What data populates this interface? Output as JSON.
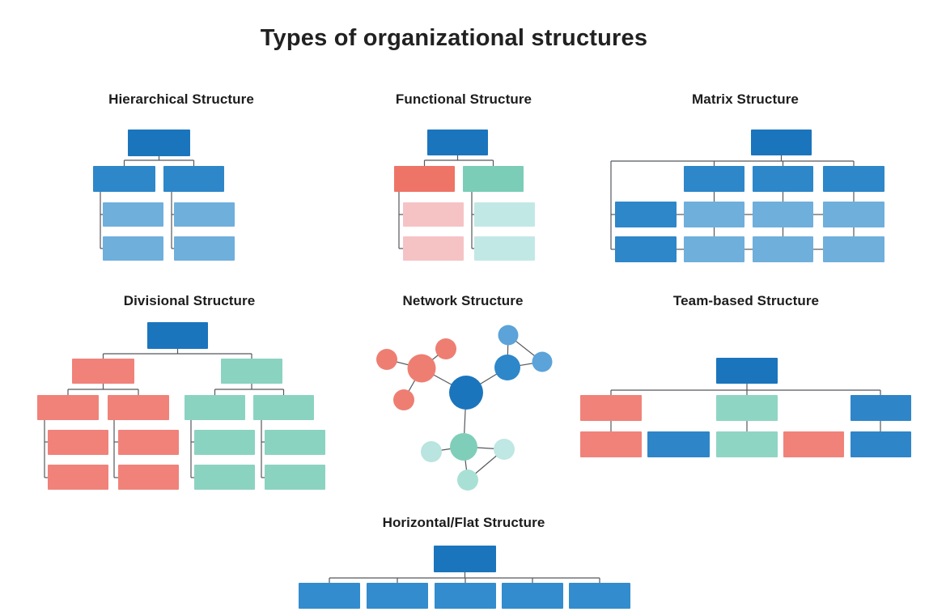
{
  "title": "Types of organizational structures",
  "colors": {
    "dark": "#1b75bd",
    "mid": "#2e87c9",
    "light": "#6fafdc",
    "flatBlue": "#338ccd",
    "teamBlue": "#2e86c8",
    "netBlueSat": "#5ba3d9",
    "redStrong": "#ee7467",
    "salmon": "#f0827a",
    "netRed": "#ee7e72",
    "pink": "#f6c3c5",
    "tealStrong": "#7bcdb8",
    "teal": "#8bd3c1",
    "teamTeal": "#8fd5c3",
    "netTealMed": "#7fceb9",
    "lightTeal": "#c2e8e6",
    "netTealL": "#b9e4e0",
    "netTealR": "#bfe7e3",
    "netTealB": "#a9e0d5",
    "line": "#55585c"
  },
  "diagrams": [
    {
      "id": "hierarchical",
      "label": "Hierarchical Structure",
      "rects": [
        [
          158,
          160,
          77,
          33,
          "dark"
        ],
        [
          115,
          205,
          77,
          32,
          "mid"
        ],
        [
          202,
          205,
          75,
          32,
          "mid"
        ],
        [
          127,
          250,
          75,
          30,
          "light"
        ],
        [
          215,
          250,
          75,
          30,
          "light"
        ],
        [
          127,
          292,
          75,
          30,
          "light"
        ],
        [
          215,
          292,
          75,
          30,
          "light"
        ]
      ],
      "lines": [
        [
          196.5,
          193,
          196.5,
          198
        ],
        [
          153.5,
          198,
          239.5,
          198
        ],
        [
          153.5,
          198,
          153.5,
          205
        ],
        [
          239.5,
          198,
          239.5,
          205
        ],
        [
          124,
          237,
          124,
          307
        ],
        [
          124,
          265,
          127,
          265
        ],
        [
          124,
          307,
          127,
          307
        ],
        [
          212,
          237,
          212,
          307
        ],
        [
          212,
          265,
          215,
          265
        ],
        [
          212,
          307,
          215,
          307
        ]
      ]
    },
    {
      "id": "functional",
      "label": "Functional Structure",
      "rects": [
        [
          528,
          160,
          75,
          32,
          "dark"
        ],
        [
          487,
          205,
          75,
          32,
          "redStrong"
        ],
        [
          572,
          205,
          75,
          32,
          "tealStrong"
        ],
        [
          498,
          250,
          75,
          30,
          "pink"
        ],
        [
          498,
          292,
          75,
          30,
          "pink"
        ],
        [
          586,
          250,
          75,
          30,
          "lightTeal"
        ],
        [
          586,
          292,
          75,
          30,
          "lightTeal"
        ]
      ],
      "lines": [
        [
          565.5,
          192,
          565.5,
          198
        ],
        [
          524.5,
          198,
          609.5,
          198
        ],
        [
          524.5,
          198,
          524.5,
          205
        ],
        [
          609.5,
          198,
          609.5,
          205
        ],
        [
          493,
          237,
          493,
          307
        ],
        [
          493,
          265,
          498,
          265
        ],
        [
          493,
          307,
          498,
          307
        ],
        [
          583,
          237,
          583,
          307
        ],
        [
          583,
          265,
          586,
          265
        ],
        [
          583,
          307,
          586,
          307
        ]
      ]
    },
    {
      "id": "matrix",
      "label": "Matrix Structure",
      "rects": [
        [
          928,
          160,
          75,
          32,
          "dark"
        ],
        [
          845,
          205,
          75,
          32,
          "mid"
        ],
        [
          930,
          205,
          75,
          32,
          "mid"
        ],
        [
          1017,
          205,
          76,
          32,
          "mid"
        ],
        [
          760,
          249,
          76,
          32,
          "mid"
        ],
        [
          760,
          292,
          76,
          32,
          "mid"
        ],
        [
          845,
          249,
          75,
          32,
          "light"
        ],
        [
          930,
          249,
          75,
          32,
          "light"
        ],
        [
          1017,
          249,
          76,
          32,
          "light"
        ],
        [
          845,
          292,
          75,
          32,
          "light"
        ],
        [
          930,
          292,
          75,
          32,
          "light"
        ],
        [
          1017,
          292,
          76,
          32,
          "light"
        ]
      ],
      "lines": [
        [
          965.5,
          192,
          965.5,
          199
        ],
        [
          755,
          199,
          1055,
          199
        ],
        [
          882.5,
          199,
          882.5,
          205
        ],
        [
          967.5,
          199,
          967.5,
          205
        ],
        [
          1055,
          199,
          1055,
          205
        ],
        [
          755,
          199,
          755,
          308
        ],
        [
          755,
          265,
          760,
          265
        ],
        [
          755,
          308,
          760,
          308
        ],
        [
          882.5,
          237,
          882.5,
          249
        ],
        [
          967.5,
          237,
          967.5,
          249
        ],
        [
          1055,
          237,
          1055,
          249
        ],
        [
          882.5,
          281,
          882.5,
          292
        ],
        [
          967.5,
          281,
          967.5,
          292
        ],
        [
          1055,
          281,
          1055,
          292
        ],
        [
          836,
          265,
          845,
          265
        ],
        [
          920,
          265,
          930,
          265
        ],
        [
          1005,
          265,
          1017,
          265
        ],
        [
          836,
          308,
          845,
          308
        ],
        [
          920,
          308,
          930,
          308
        ],
        [
          1005,
          308,
          1017,
          308
        ]
      ]
    },
    {
      "id": "divisional",
      "label": "Divisional Structure",
      "rects": [
        [
          182,
          398,
          75,
          33,
          "dark"
        ],
        [
          89,
          443,
          77,
          31,
          "salmon"
        ],
        [
          273,
          443,
          76,
          31,
          "teal"
        ],
        [
          46,
          488,
          76,
          31,
          "salmon"
        ],
        [
          133,
          488,
          76,
          31,
          "salmon"
        ],
        [
          228,
          488,
          75,
          31,
          "teal"
        ],
        [
          313,
          488,
          75,
          31,
          "teal"
        ],
        [
          59,
          531,
          75,
          31,
          "salmon"
        ],
        [
          59,
          574,
          75,
          31,
          "salmon"
        ],
        [
          146,
          531,
          75,
          31,
          "salmon"
        ],
        [
          146,
          574,
          75,
          31,
          "salmon"
        ],
        [
          240,
          531,
          75,
          31,
          "teal"
        ],
        [
          240,
          574,
          75,
          31,
          "teal"
        ],
        [
          327,
          531,
          75,
          31,
          "teal"
        ],
        [
          327,
          574,
          75,
          31,
          "teal"
        ]
      ],
      "lines": [
        [
          219.5,
          431,
          219.5,
          437
        ],
        [
          127.5,
          437,
          311,
          437
        ],
        [
          127.5,
          437,
          127.5,
          443
        ],
        [
          311,
          437,
          311,
          443
        ],
        [
          127.5,
          474,
          127.5,
          481
        ],
        [
          84,
          481,
          171,
          481
        ],
        [
          84,
          481,
          84,
          488
        ],
        [
          171,
          481,
          171,
          488
        ],
        [
          311,
          474,
          311,
          481
        ],
        [
          265.5,
          481,
          350.5,
          481
        ],
        [
          265.5,
          481,
          265.5,
          488
        ],
        [
          350.5,
          481,
          350.5,
          488
        ],
        [
          55,
          519,
          55,
          590
        ],
        [
          55,
          546,
          59,
          546
        ],
        [
          55,
          590,
          59,
          590
        ],
        [
          141,
          519,
          141,
          590
        ],
        [
          141,
          546,
          146,
          546
        ],
        [
          141,
          590,
          146,
          590
        ],
        [
          236,
          519,
          236,
          590
        ],
        [
          236,
          546,
          240,
          546
        ],
        [
          236,
          590,
          240,
          590
        ],
        [
          323,
          519,
          323,
          590
        ],
        [
          323,
          546,
          327,
          546
        ],
        [
          323,
          590,
          327,
          590
        ]
      ]
    },
    {
      "id": "network",
      "label": "Network Structure",
      "lines": [
        [
          576,
          485,
          521,
          455
        ],
        [
          576,
          485,
          627,
          454
        ],
        [
          576,
          485,
          573,
          552
        ],
        [
          521,
          455,
          478,
          444
        ],
        [
          521,
          455,
          551,
          431
        ],
        [
          521,
          455,
          499,
          494
        ],
        [
          627,
          454,
          628,
          414
        ],
        [
          627,
          454,
          670,
          447
        ],
        [
          628,
          414,
          670,
          447
        ],
        [
          573,
          552,
          533,
          558
        ],
        [
          573,
          552,
          623,
          555
        ],
        [
          573,
          552,
          578,
          593
        ],
        [
          623,
          555,
          578,
          593
        ]
      ],
      "circles": [
        [
          576,
          485,
          21,
          "dark"
        ],
        [
          521,
          455,
          17.5,
          "netRed"
        ],
        [
          478,
          444,
          13,
          "netRed"
        ],
        [
          551,
          431,
          13,
          "netRed"
        ],
        [
          499,
          494,
          13,
          "netRed"
        ],
        [
          627,
          454,
          16,
          "mid"
        ],
        [
          628,
          414,
          12.5,
          "netBlueSat"
        ],
        [
          670,
          447,
          12.5,
          "netBlueSat"
        ],
        [
          573,
          552,
          17,
          "netTealMed"
        ],
        [
          533,
          558,
          13,
          "netTealL"
        ],
        [
          623,
          555,
          13,
          "netTealR"
        ],
        [
          578,
          593,
          13,
          "netTealB"
        ]
      ]
    },
    {
      "id": "team-based",
      "label": "Team-based Structure",
      "rects": [
        [
          885,
          442,
          76,
          32,
          "dark"
        ],
        [
          717,
          488,
          76,
          32,
          "salmon"
        ],
        [
          885,
          488,
          76,
          32,
          "teamTeal"
        ],
        [
          1051,
          488,
          75,
          32,
          "teamBlue"
        ],
        [
          717,
          533,
          76,
          32,
          "salmon"
        ],
        [
          800,
          533,
          77,
          32,
          "teamBlue"
        ],
        [
          885,
          533,
          76,
          32,
          "teamTeal"
        ],
        [
          968,
          533,
          75,
          32,
          "salmon"
        ],
        [
          1051,
          533,
          75,
          32,
          "teamBlue"
        ]
      ],
      "lines": [
        [
          923,
          474,
          923,
          482
        ],
        [
          755,
          482,
          1088,
          482
        ],
        [
          755,
          482,
          755,
          488
        ],
        [
          923,
          482,
          923,
          488
        ],
        [
          1088,
          482,
          1088,
          488
        ],
        [
          755,
          520,
          755,
          533
        ],
        [
          923,
          520,
          923,
          533
        ],
        [
          1088,
          520,
          1088,
          533
        ]
      ]
    },
    {
      "id": "horizontal-flat",
      "label": "Horizontal/Flat Structure",
      "rects": [
        [
          536,
          674,
          77,
          33,
          "dark"
        ],
        [
          369,
          720,
          76,
          32,
          "flatBlue"
        ],
        [
          453,
          720,
          76,
          32,
          "flatBlue"
        ],
        [
          537,
          720,
          76,
          32,
          "flatBlue"
        ],
        [
          620,
          720,
          76,
          32,
          "flatBlue"
        ],
        [
          703,
          720,
          76,
          32,
          "flatBlue"
        ]
      ],
      "lines": [
        [
          574.5,
          707,
          574.5,
          714
        ],
        [
          407,
          714,
          741,
          714
        ],
        [
          407,
          714,
          407,
          720
        ],
        [
          491,
          714,
          491,
          720
        ],
        [
          575,
          714,
          575,
          720
        ],
        [
          658,
          714,
          658,
          720
        ],
        [
          741,
          714,
          741,
          720
        ]
      ]
    }
  ]
}
